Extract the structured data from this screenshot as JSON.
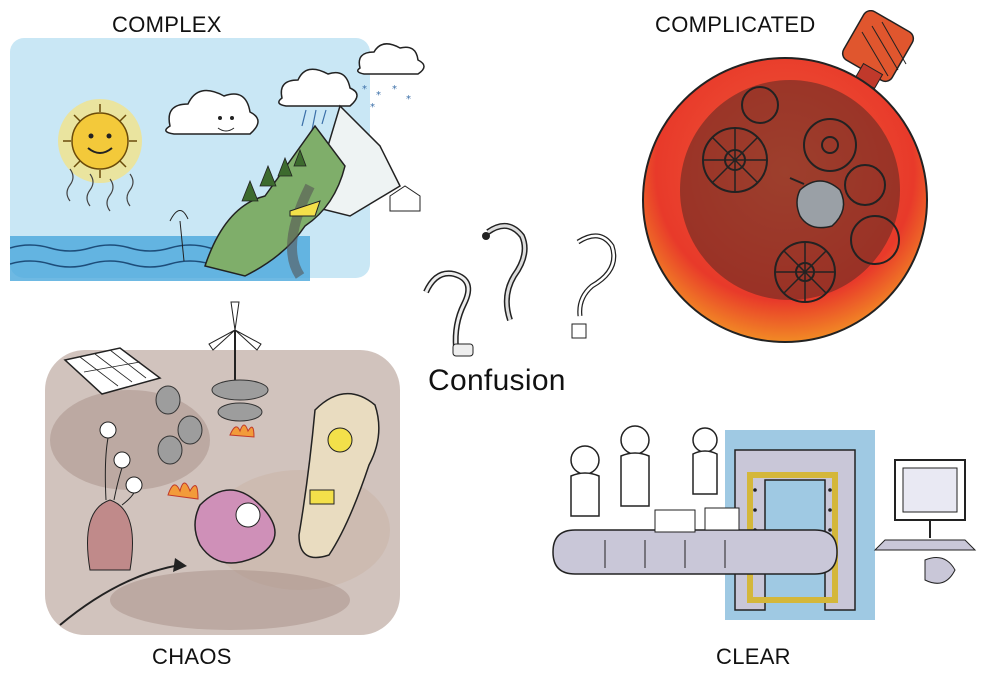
{
  "labels": {
    "complex": "COMPLEX",
    "complicated": "COMPLICATED",
    "chaos": "CHAOS",
    "clear": "CLEAR",
    "confusion": "Confusion"
  },
  "colors": {
    "sky": "#bfe3f3",
    "sea": "#4aa8dc",
    "sun": "#f3c93a",
    "land": "#7fae6a",
    "watch_red": "#e83a2a",
    "watch_orange": "#f5a623",
    "chaos_bg": "#b9a39a",
    "clear_blue": "#7fb7d9",
    "clear_gray": "#c9c7d8"
  },
  "icons": {
    "complex": "weather-landscape-illustration",
    "complicated": "pocket-watch-gears-illustration",
    "chaos": "chaos-scene-illustration",
    "clear": "conveyor-scanner-illustration",
    "confusion": "question-marks-snakes-icon"
  }
}
